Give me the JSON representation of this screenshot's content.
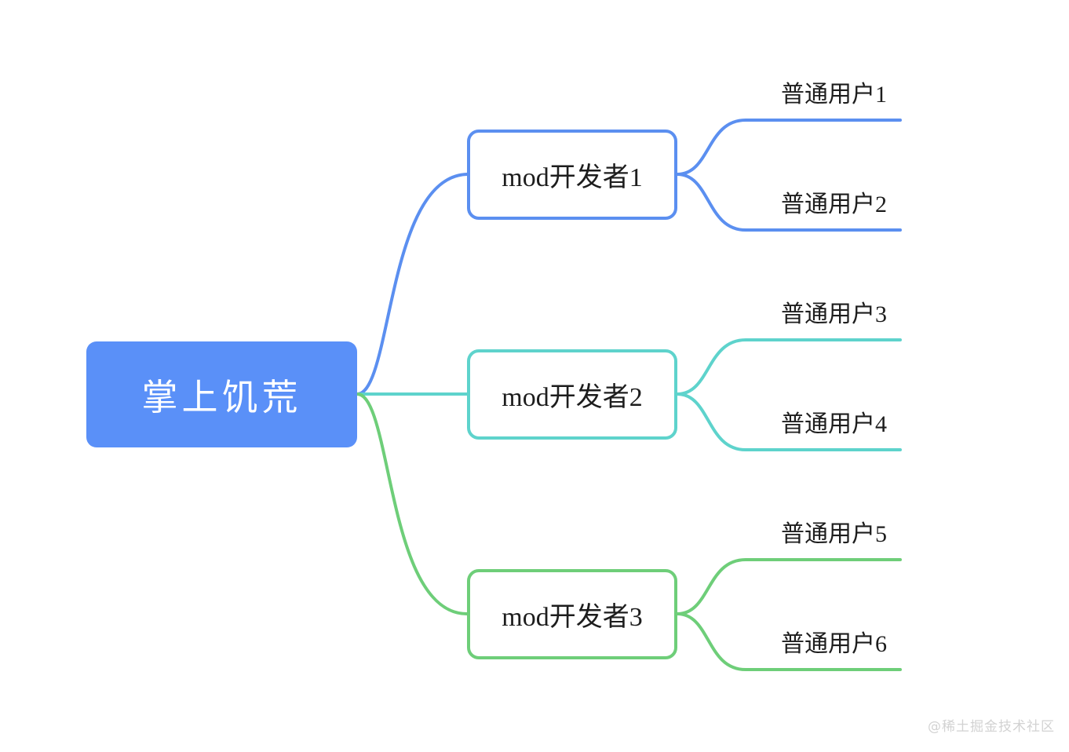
{
  "diagram": {
    "type": "mindmap",
    "title": "掌上饥荒 mindmap",
    "background": "#ffffff",
    "root": {
      "label": "掌上饥荒",
      "fill": "#5a90f8",
      "text_color": "#ffffff"
    },
    "branches": [
      {
        "label": "mod开发者1",
        "color": "#5b8ff0",
        "leaves": [
          {
            "label": "普通用户1"
          },
          {
            "label": "普通用户2"
          }
        ]
      },
      {
        "label": "mod开发者2",
        "color": "#5ed3cc",
        "leaves": [
          {
            "label": "普通用户3"
          },
          {
            "label": "普通用户4"
          }
        ]
      },
      {
        "label": "mod开发者3",
        "color": "#6ece79",
        "leaves": [
          {
            "label": "普通用户5"
          },
          {
            "label": "普通用户6"
          }
        ]
      }
    ]
  },
  "watermark": {
    "text": "@稀土掘金技术社区"
  }
}
